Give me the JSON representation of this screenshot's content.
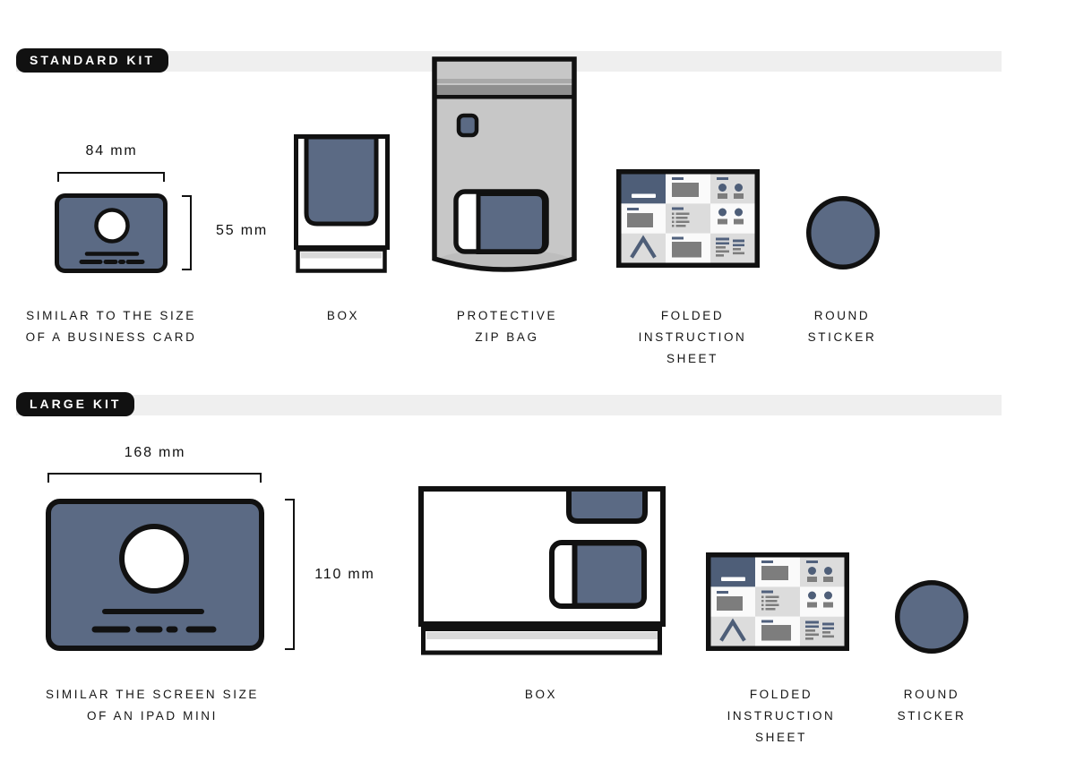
{
  "palette": {
    "ink": "#111111",
    "slate": "#5b6a84",
    "slate_dark": "#4e5e78",
    "slate_line": "#51617d",
    "bar_gray": "#efefef",
    "panel_gray": "#dcdcdc",
    "panel_white": "#fafafa",
    "content_gray": "#7d7d7d",
    "bag_gray": "#c7c7c7",
    "bag_stripe_light": "#a9a9a9",
    "bag_stripe_dark": "#8f8f8f",
    "bag_shade": "#bdbdbd",
    "lid_gray": "#d9d9d9",
    "badge_text": "#ffffff",
    "caption_ink": "#161616"
  },
  "standard": {
    "badge": "STANDARD KIT",
    "card": {
      "width_label": "84 mm",
      "height_label": "55 mm",
      "caption": [
        "SIMILAR TO THE SIZE",
        "OF A BUSINESS CARD"
      ]
    },
    "box": {
      "caption": [
        "BOX"
      ]
    },
    "zip_bag": {
      "caption": [
        "PROTECTIVE",
        "ZIP BAG"
      ]
    },
    "instruction_sheet": {
      "caption": [
        "FOLDED",
        "INSTRUCTION",
        "SHEET"
      ]
    },
    "sticker": {
      "caption": [
        "ROUND",
        "STICKER"
      ]
    }
  },
  "large": {
    "badge": "LARGE KIT",
    "card": {
      "width_label": "168 mm",
      "height_label": "110 mm",
      "caption": [
        "SIMILAR THE SCREEN SIZE",
        "OF AN IPAD MINI"
      ]
    },
    "box": {
      "caption": [
        "BOX"
      ]
    },
    "instruction_sheet": {
      "caption": [
        "FOLDED",
        "INSTRUCTION",
        "SHEET"
      ]
    },
    "sticker": {
      "caption": [
        "ROUND",
        "STICKER"
      ]
    }
  }
}
